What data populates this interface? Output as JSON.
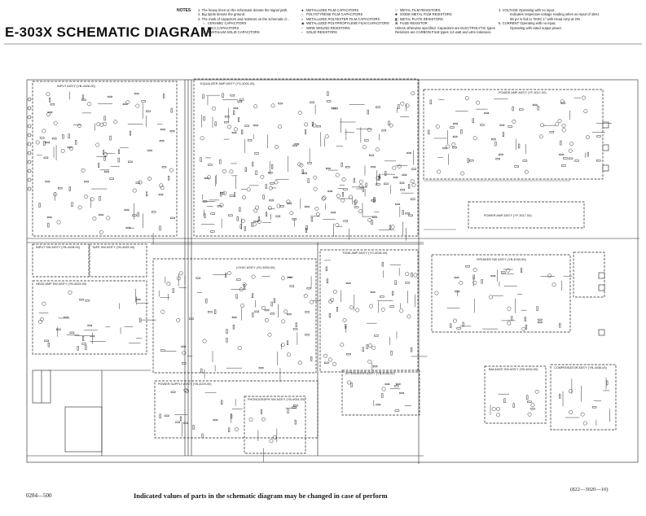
{
  "title": "E-303X SCHEMATIC DIAGRAM",
  "notes": {
    "heading": "NOTES",
    "items": [
      "1. The heavy lines on the schematic denote the signal path.",
      "2. Big spots denote the ground.",
      "3. The mark of capacitors and resistors on the schematic d...",
      "CERAMIC CAPACITORS",
      "MICA CAPACITORS",
      "TANTALUM SOLID CAPACITORS"
    ]
  },
  "legend_col2": [
    "METALLIZED FILM CAPACITORS",
    "POLYSTYRENE FILM CAPACITORS",
    "METALLIZED POLYESTER FILM CAPACITORS",
    "METALLIZED POLYPROPYLENE FILM CAPACITORS",
    "WIRE WOUND RESISTORS",
    "SOLID RESISTORS"
  ],
  "legend_col3": [
    "METAL FILM RESISTORS",
    "OXIDE METAL FILM RESISTORS",
    "METAL PLATE RESISTORS",
    "FUSE RESISTOR",
    "Unless otherwise specified. Capacitors are ELECTROLYTIC types",
    "Resistors are CARBON FILM types 1/4 watt and ±5% tolerance."
  ],
  "legend_col4": [
    "4. VOLTAGE  Operating with no input.",
    "Indicates respective voltage reading when an input of 1kHz",
    "88 μV is fed to \"DISC 1\" with Head Amp at ON",
    "5. CURRENT  Operating with no input.",
    "Operating with rated output power"
  ],
  "blocks": [
    "INPUT ASS'Y (YB-4026-00)",
    "EQUALIZER AMP ASS'Y (YG-4004-00)",
    "POWER AMP ASS'Y (YF-3017-00)",
    "POWER AMP ASS'Y (YF-3017-00)",
    "INPUT SW ASS'Y (YB-4028-00)",
    "TAPE SW ASS'Y (YB-4025-00)",
    "HEAD AMP SW ASS'Y (YB-4033-00)",
    "LOGIC ASS'Y (YD-3053-00)",
    "TONE AMP ASS'Y (YG-4036-00)",
    "SPEAKER SW ASS'Y (YB-4030-00)",
    "POWER SUPPLY ASS'Y (YB-4029-00)",
    "ATTENUATOR ASS'Y (YB-4035-00)",
    "BALANCE SW ASS'Y (YB-4034-00)",
    "COMPENSATOR ASS'Y (YB-4036-00)",
    "PHONOGRAPH SW ASS'Y (YB-4034-00)"
  ],
  "footer": {
    "code_left": "0284—500",
    "notice": "Indicated values of parts in the schematic diagram may be changed in case of perform",
    "code_right": "(822—3020—10)"
  }
}
